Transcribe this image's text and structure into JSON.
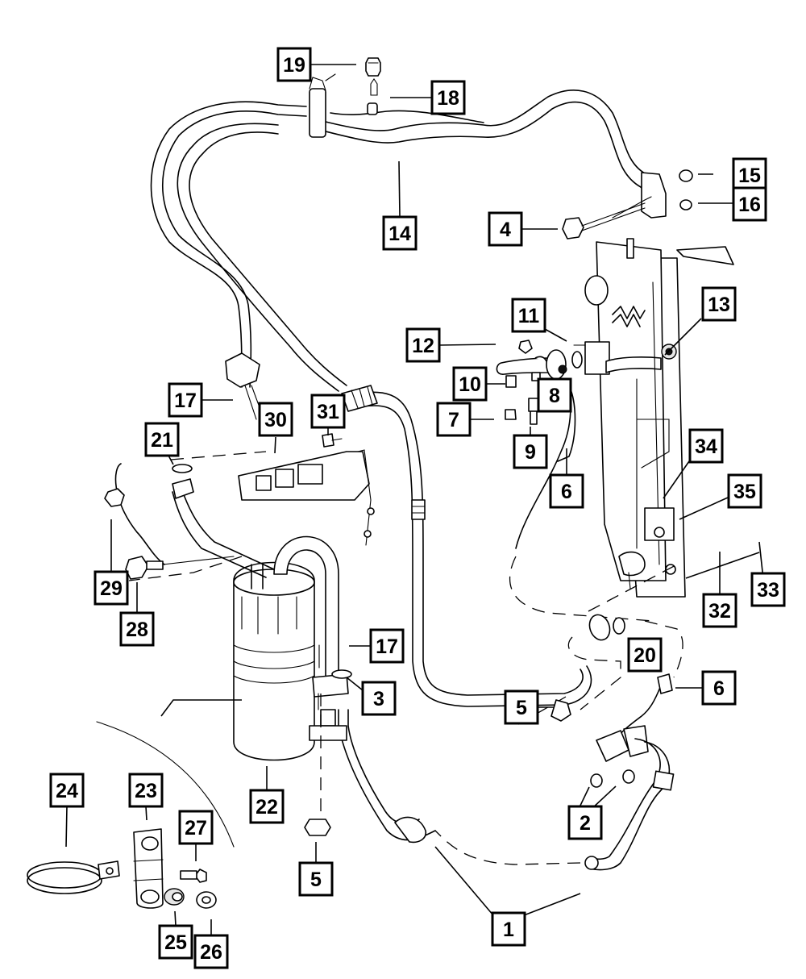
{
  "diagram": {
    "title": "A/C Plumbing Parts Diagram",
    "callouts": [
      {
        "id": "1",
        "label": "1"
      },
      {
        "id": "2",
        "label": "2"
      },
      {
        "id": "3",
        "label": "3"
      },
      {
        "id": "4",
        "label": "4"
      },
      {
        "id": "5a",
        "label": "5"
      },
      {
        "id": "5b",
        "label": "5"
      },
      {
        "id": "6a",
        "label": "6"
      },
      {
        "id": "6b",
        "label": "6"
      },
      {
        "id": "7",
        "label": "7"
      },
      {
        "id": "8",
        "label": "8"
      },
      {
        "id": "9",
        "label": "9"
      },
      {
        "id": "10",
        "label": "10"
      },
      {
        "id": "11",
        "label": "11"
      },
      {
        "id": "12",
        "label": "12"
      },
      {
        "id": "13",
        "label": "13"
      },
      {
        "id": "14",
        "label": "14"
      },
      {
        "id": "15",
        "label": "15"
      },
      {
        "id": "16",
        "label": "16"
      },
      {
        "id": "17a",
        "label": "17"
      },
      {
        "id": "17b",
        "label": "17"
      },
      {
        "id": "18",
        "label": "18"
      },
      {
        "id": "19",
        "label": "19"
      },
      {
        "id": "20",
        "label": "20"
      },
      {
        "id": "21",
        "label": "21"
      },
      {
        "id": "22",
        "label": "22"
      },
      {
        "id": "23",
        "label": "23"
      },
      {
        "id": "24",
        "label": "24"
      },
      {
        "id": "25",
        "label": "25"
      },
      {
        "id": "26",
        "label": "26"
      },
      {
        "id": "27",
        "label": "27"
      },
      {
        "id": "28",
        "label": "28"
      },
      {
        "id": "29",
        "label": "29"
      },
      {
        "id": "30",
        "label": "30"
      },
      {
        "id": "31",
        "label": "31"
      },
      {
        "id": "32",
        "label": "32"
      },
      {
        "id": "33",
        "label": "33"
      },
      {
        "id": "34",
        "label": "34"
      },
      {
        "id": "35",
        "label": "35"
      }
    ],
    "parts": [
      {
        "name": "suction-line",
        "callout": "1"
      },
      {
        "name": "o-ring",
        "callout": "2"
      },
      {
        "name": "o-ring",
        "callout": "3"
      },
      {
        "name": "bolt",
        "callout": "4"
      },
      {
        "name": "nut",
        "callout": "5"
      },
      {
        "name": "liquid-line",
        "callout": "6"
      },
      {
        "name": "cap",
        "callout": "7"
      },
      {
        "name": "pressure-switch",
        "callout": "8"
      },
      {
        "name": "pressure-transducer",
        "callout": "9"
      },
      {
        "name": "service-valve",
        "callout": "10"
      },
      {
        "name": "o-ring",
        "callout": "11"
      },
      {
        "name": "nut",
        "callout": "12"
      },
      {
        "name": "condenser-fitting-nut",
        "callout": "13"
      },
      {
        "name": "discharge-line",
        "callout": "14"
      },
      {
        "name": "o-ring",
        "callout": "15"
      },
      {
        "name": "o-ring",
        "callout": "16"
      },
      {
        "name": "stud",
        "callout": "17"
      },
      {
        "name": "stud",
        "callout": "18"
      },
      {
        "name": "nut",
        "callout": "19"
      },
      {
        "name": "o-ring",
        "callout": "20"
      },
      {
        "name": "o-ring",
        "callout": "21"
      },
      {
        "name": "accumulator",
        "callout": "22"
      },
      {
        "name": "bracket",
        "callout": "23"
      },
      {
        "name": "accumulator-clamp",
        "callout": "24"
      },
      {
        "name": "grommet",
        "callout": "25"
      },
      {
        "name": "spacer",
        "callout": "26"
      },
      {
        "name": "bolt",
        "callout": "27"
      },
      {
        "name": "bolt",
        "callout": "28"
      },
      {
        "name": "nut",
        "callout": "29"
      },
      {
        "name": "accumulator-bracket",
        "callout": "30"
      },
      {
        "name": "bolt",
        "callout": "31"
      },
      {
        "name": "condenser",
        "callout": "32"
      },
      {
        "name": "radiator-assembly",
        "callout": "33"
      },
      {
        "name": "bolt",
        "callout": "34"
      },
      {
        "name": "bracket",
        "callout": "35"
      }
    ]
  }
}
